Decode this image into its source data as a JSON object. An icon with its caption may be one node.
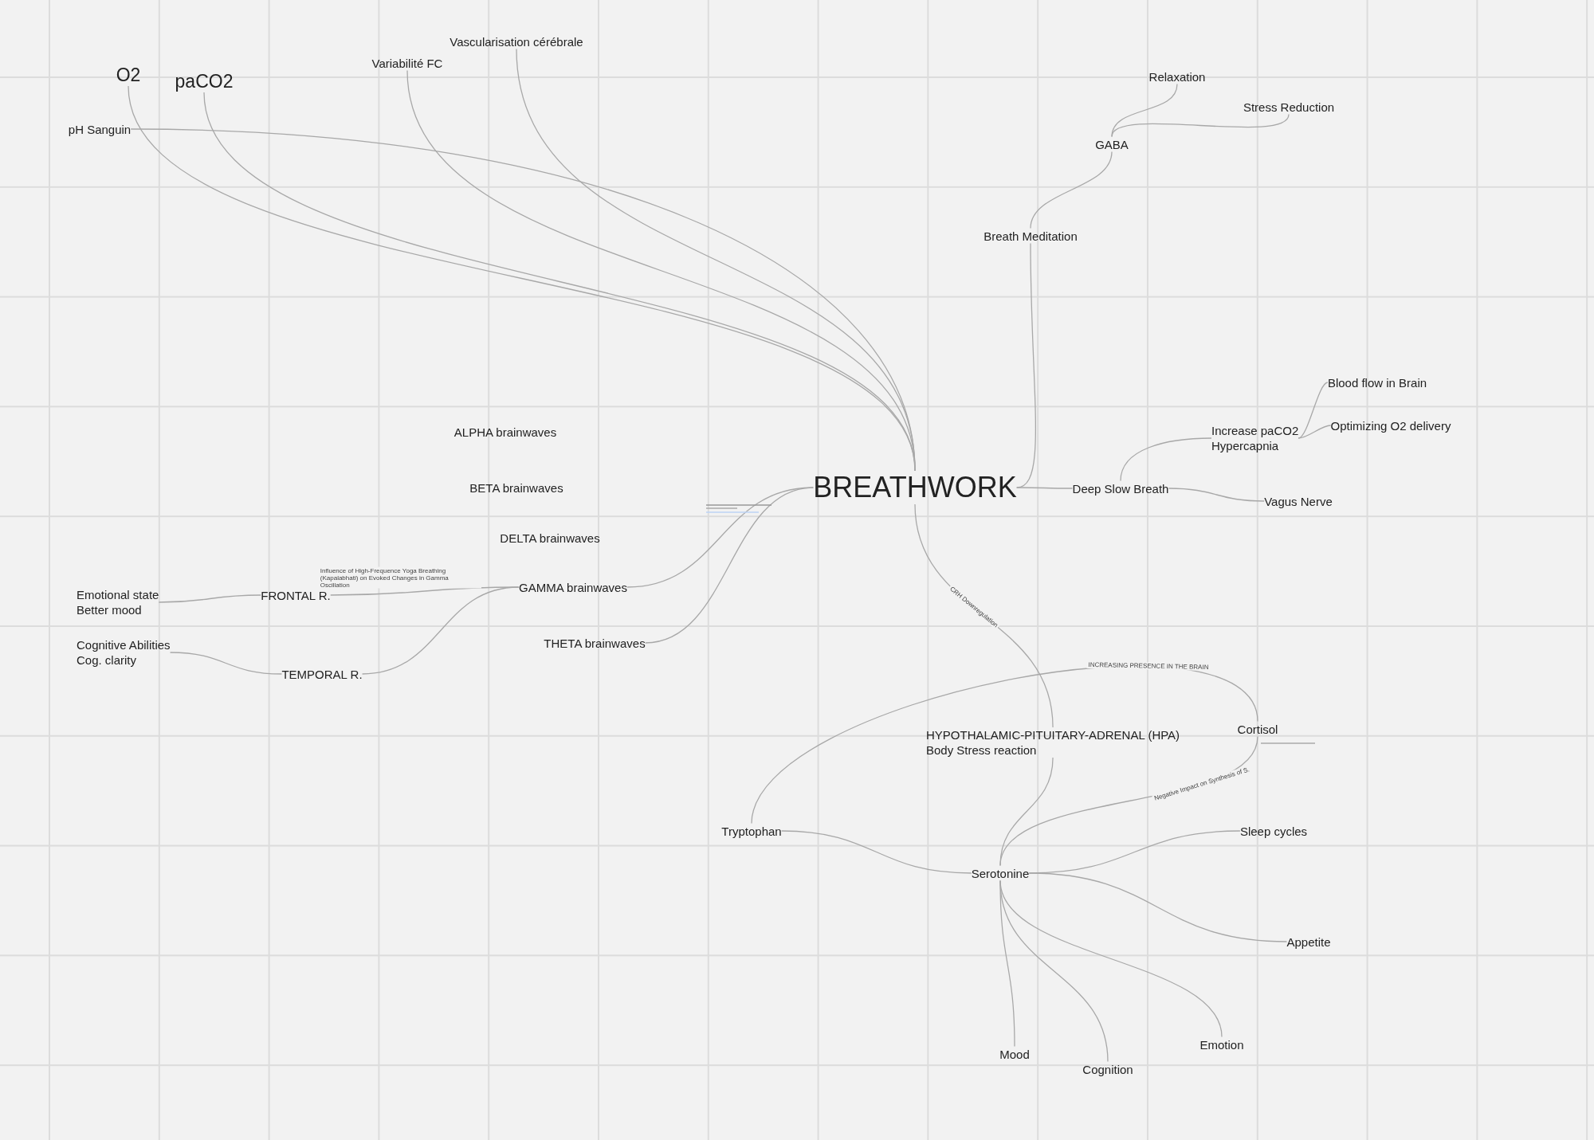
{
  "diagram": {
    "nodes": [
      {
        "text": [
          "O2"
        ]
      },
      {
        "text": [
          "paCO2"
        ]
      },
      {
        "text": [
          "pH Sanguin"
        ]
      },
      {
        "text": [
          "Variabilité FC"
        ]
      },
      {
        "text": [
          "Vascularisation cérébrale"
        ]
      },
      {
        "text": [
          "Relaxation"
        ]
      },
      {
        "text": [
          "Stress Reduction"
        ]
      },
      {
        "text": [
          "GABA"
        ]
      },
      {
        "text": [
          "Breath Meditation"
        ]
      },
      {
        "text": [
          "Blood flow in Brain"
        ]
      },
      {
        "text": [
          "Optimizing O2 delivery"
        ]
      },
      {
        "text": [
          "Increase paCO2",
          "Hypercapnia"
        ]
      },
      {
        "text": [
          "ALPHA brainwaves"
        ]
      },
      {
        "text": [
          "BETA brainwaves"
        ]
      },
      {
        "text": [
          "BREATHWORK"
        ]
      },
      {
        "text": [
          "Deep Slow Breath"
        ]
      },
      {
        "text": [
          "Vagus Nerve"
        ]
      },
      {
        "text": [
          "DELTA brainwaves"
        ]
      },
      {
        "text": [
          "GAMMA brainwaves"
        ]
      },
      {
        "text": [
          "Emotional state",
          "Better mood"
        ]
      },
      {
        "text": [
          "FRONTAL R."
        ]
      },
      {
        "text": [
          "Cognitive Abilities",
          "Cog. clarity"
        ]
      },
      {
        "text": [
          "THETA brainwaves"
        ]
      },
      {
        "text": [
          "TEMPORAL R."
        ]
      },
      {
        "text": [
          "HYPOTHALAMIC-PITUITARY-ADRENAL (HPA)",
          "Body Stress reaction"
        ]
      },
      {
        "text": [
          "Cortisol"
        ]
      },
      {
        "text": [
          "Tryptophan"
        ]
      },
      {
        "text": [
          "Sleep cycles"
        ]
      },
      {
        "text": [
          "Serotonine"
        ]
      },
      {
        "text": [
          "Appetite"
        ]
      },
      {
        "text": [
          "Emotion"
        ]
      },
      {
        "text": [
          "Mood"
        ]
      },
      {
        "text": [
          "Cognition"
        ]
      }
    ],
    "edges": [
      {
        "from": 14,
        "to": 0,
        "arrow": "none"
      },
      {
        "from": 14,
        "to": 1,
        "arrow": "none"
      },
      {
        "from": 14,
        "to": 2,
        "arrow": "none"
      },
      {
        "from": 14,
        "to": 3,
        "arrow": "none"
      },
      {
        "from": 14,
        "to": 4,
        "arrow": "none"
      },
      {
        "from": 14,
        "to": 8,
        "arrow": "none"
      },
      {
        "from": 8,
        "to": 7,
        "arrow": "none"
      },
      {
        "from": 7,
        "to": 5,
        "arrow": "none"
      },
      {
        "from": 7,
        "to": 6,
        "arrow": "none"
      },
      {
        "from": 14,
        "to": 15,
        "arrow": "none"
      },
      {
        "from": 15,
        "to": 11,
        "arrow": "none"
      },
      {
        "from": 15,
        "to": 16,
        "arrow": "none"
      },
      {
        "from": 11,
        "to": 9,
        "arrow": "none"
      },
      {
        "from": 11,
        "to": 10,
        "arrow": "none"
      },
      {
        "from": 14,
        "to": 18,
        "arrow": "none"
      },
      {
        "from": 14,
        "to": 22,
        "arrow": "none"
      },
      {
        "from": 18,
        "to": 20,
        "arrow": "none",
        "label": "Influence of High-Frequence Yoga Breathing (Kapalabhati) on Evoked Changes in Gamma Oscillation"
      },
      {
        "from": 20,
        "to": 19,
        "arrow": "none"
      },
      {
        "from": 18,
        "to": 23,
        "arrow": "none"
      },
      {
        "from": 23,
        "to": 21,
        "arrow": "none"
      },
      {
        "from": 14,
        "to": 24,
        "arrow": "none",
        "label": "CRH Downregulation"
      },
      {
        "from": 24,
        "to": 28,
        "arrow": "none"
      },
      {
        "from": 25,
        "to": 26,
        "arrow": "none",
        "label": "INCREASING PRESENCE IN THE BRAIN"
      },
      {
        "from": 25,
        "to": 28,
        "arrow": "none",
        "label": "Negative Impact on Synthesis of S."
      },
      {
        "from": 26,
        "to": 28,
        "arrow": "none"
      },
      {
        "from": 28,
        "to": 27,
        "arrow": "none"
      },
      {
        "from": 28,
        "to": 29,
        "arrow": "none"
      },
      {
        "from": 28,
        "to": 30,
        "arrow": "none"
      },
      {
        "from": 28,
        "to": 31,
        "arrow": "none"
      },
      {
        "from": 28,
        "to": 32,
        "arrow": "none"
      }
    ]
  }
}
